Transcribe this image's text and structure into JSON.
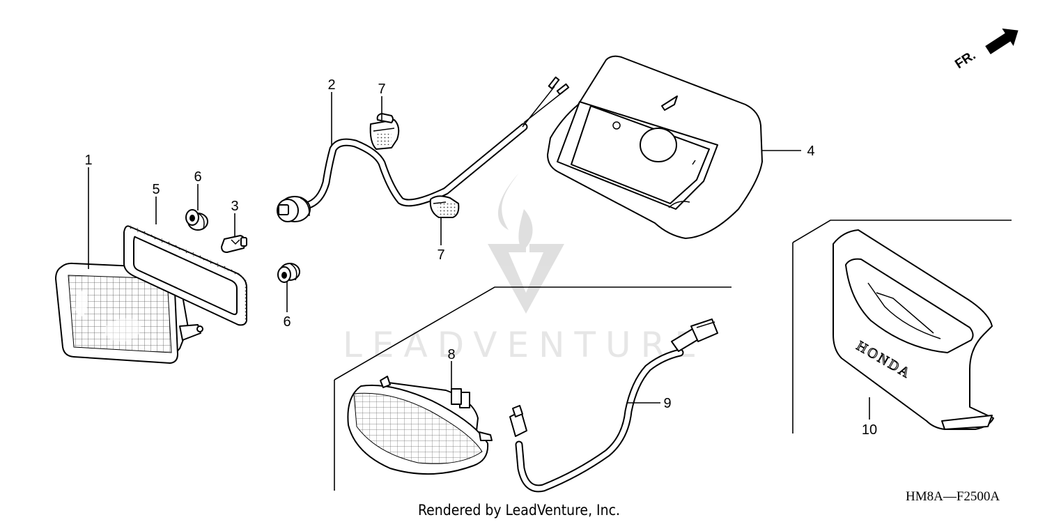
{
  "orientation": {
    "label": "FR."
  },
  "callouts": {
    "c1": "1",
    "c2": "2",
    "c3": "3",
    "c4": "4",
    "c5": "5",
    "c6a": "6",
    "c6b": "6",
    "c7a": "7",
    "c7b": "7",
    "c8": "8",
    "c9": "9",
    "c10": "10"
  },
  "emblem_text": "HONDA",
  "watermark": {
    "brand": "LEADVENTURE"
  },
  "diagram_code": "HM8A—F2500A",
  "credit": "Rendered by LeadVenture, Inc.",
  "parts": [
    {
      "id": "1",
      "icon": "tail-lamp-lens-icon"
    },
    {
      "id": "2",
      "icon": "wire-harness-socket-icon"
    },
    {
      "id": "3",
      "icon": "bulb-icon"
    },
    {
      "id": "4",
      "icon": "lamp-housing-icon"
    },
    {
      "id": "5",
      "icon": "gasket-icon"
    },
    {
      "id": "6",
      "icon": "grommet-icon"
    },
    {
      "id": "7",
      "icon": "wire-clamp-icon"
    },
    {
      "id": "8",
      "icon": "combination-lamp-icon"
    },
    {
      "id": "9",
      "icon": "sub-harness-icon"
    },
    {
      "id": "10",
      "icon": "rear-cover-icon"
    }
  ]
}
